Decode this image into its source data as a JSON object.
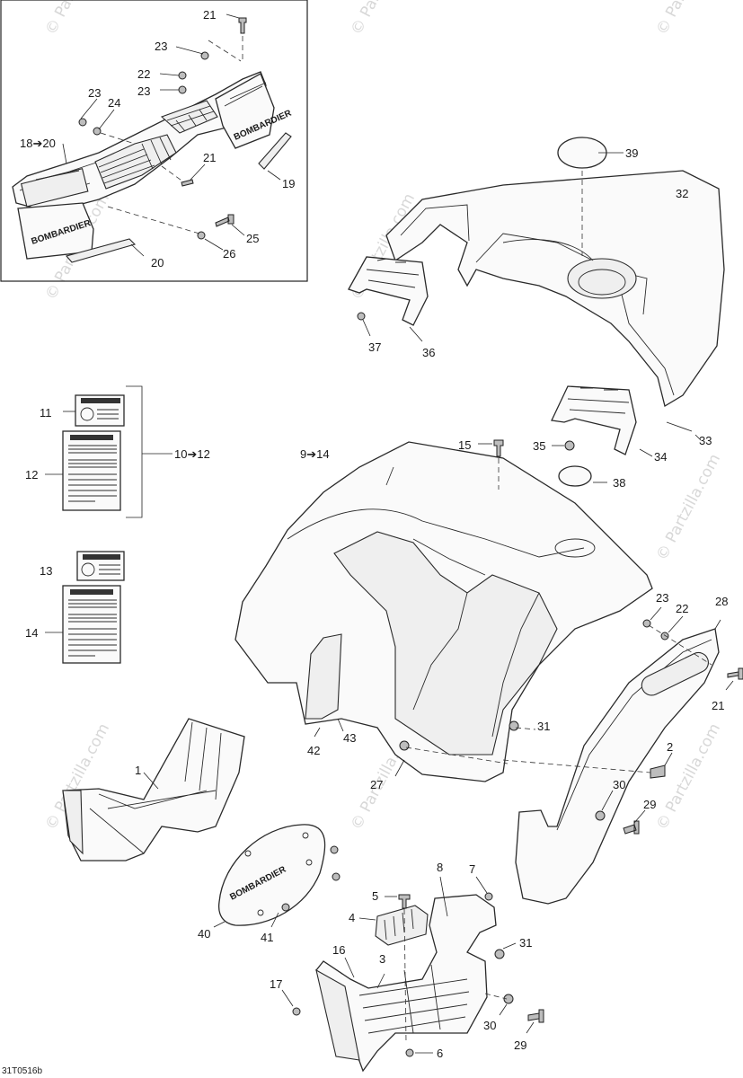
{
  "watermark": "© Partzilla.com",
  "figure_code": "31T0516b",
  "callouts": {
    "c21a": "21",
    "c23a": "23",
    "c22a": "22",
    "c23b": "23",
    "c23c": "23",
    "c24": "24",
    "c18": "18➔20",
    "c21b": "21",
    "c19": "19",
    "c25": "25",
    "c26": "26",
    "c20": "20",
    "c39": "39",
    "c32": "32",
    "c37": "37",
    "c36": "36",
    "c33": "33",
    "c35": "35",
    "c34": "34",
    "c15": "15",
    "c9": "9➔14",
    "c38": "38",
    "c11": "11",
    "c12": "12",
    "c10": "10➔12",
    "c13": "13",
    "c14": "14",
    "c23d": "23",
    "c22b": "22",
    "c28": "28",
    "c21c": "21",
    "c31a": "31",
    "c2": "2",
    "c42": "42",
    "c43": "43",
    "c27": "27",
    "c30a": "30",
    "c29a": "29",
    "c1": "1",
    "c8": "8",
    "c7": "7",
    "c5": "5",
    "c4": "4",
    "c31b": "31",
    "c40": "40",
    "c41": "41",
    "c16": "16",
    "c3": "3",
    "c17": "17",
    "c30b": "30",
    "c29b": "29",
    "c6": "6"
  },
  "brand_text": "BOMBARDIER"
}
